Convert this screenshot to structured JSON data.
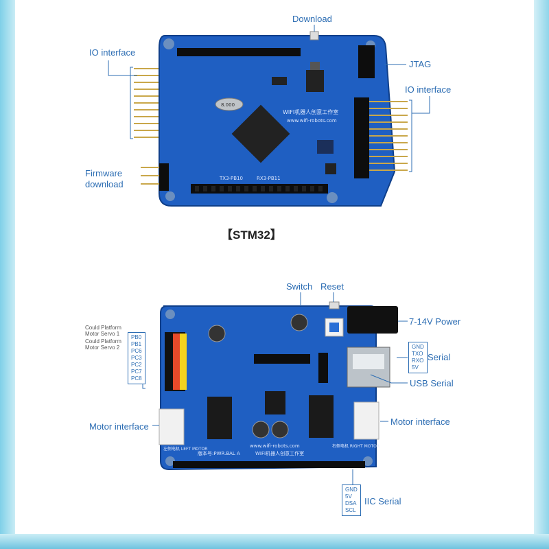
{
  "top_board": {
    "caption": "【STM32】",
    "labels": {
      "download": "Download",
      "io_left": "IO interface",
      "jtag": "JTAG",
      "io_right": "IO interface",
      "firmware": "Firmware\ndownload"
    },
    "silkscreen": {
      "brand_cn": "WIFI机器人创意工作室",
      "url": "www.wifi-robots.com",
      "tx": "TX3-PB10",
      "rx": "RX3-PB11",
      "crystal": "8.000"
    }
  },
  "bottom_board": {
    "labels": {
      "switch": "Switch",
      "reset": "Reset",
      "power": "7-14V Power",
      "serial": "Serial",
      "usb_serial": "USB Serial",
      "motor_left": "Motor interface",
      "motor_right": "Motor interface",
      "iic_serial": "IIC Serial",
      "servo1": "Could Platform\nMotor Servo 1",
      "servo2": "Could Platform\nMotor Servo 2"
    },
    "serial_pins": [
      "GND",
      "TXO",
      "RXO",
      "5V"
    ],
    "iic_pins": [
      "GND",
      "5V",
      "DSA",
      "SCL"
    ],
    "io_pins": [
      "PB0",
      "PB1",
      "PC6",
      "PC3",
      "PC2",
      "PC7",
      "PC8"
    ],
    "silkscreen": {
      "url": "www.wifi-robots.com",
      "brand_cn": "WIFI机器人创意工作室",
      "version": "版本号:PWR.BAL A",
      "left_motor": "左侧电机 LEFT MOTOR",
      "right_motor": "右侧电机 RIGHT MOTOR"
    }
  },
  "colors": {
    "pcb": "#1f5fc2",
    "pcb_dark": "#123f8c",
    "label": "#2c6db3",
    "header": "#1a1a1a",
    "pin_gold": "#c9a74a"
  }
}
